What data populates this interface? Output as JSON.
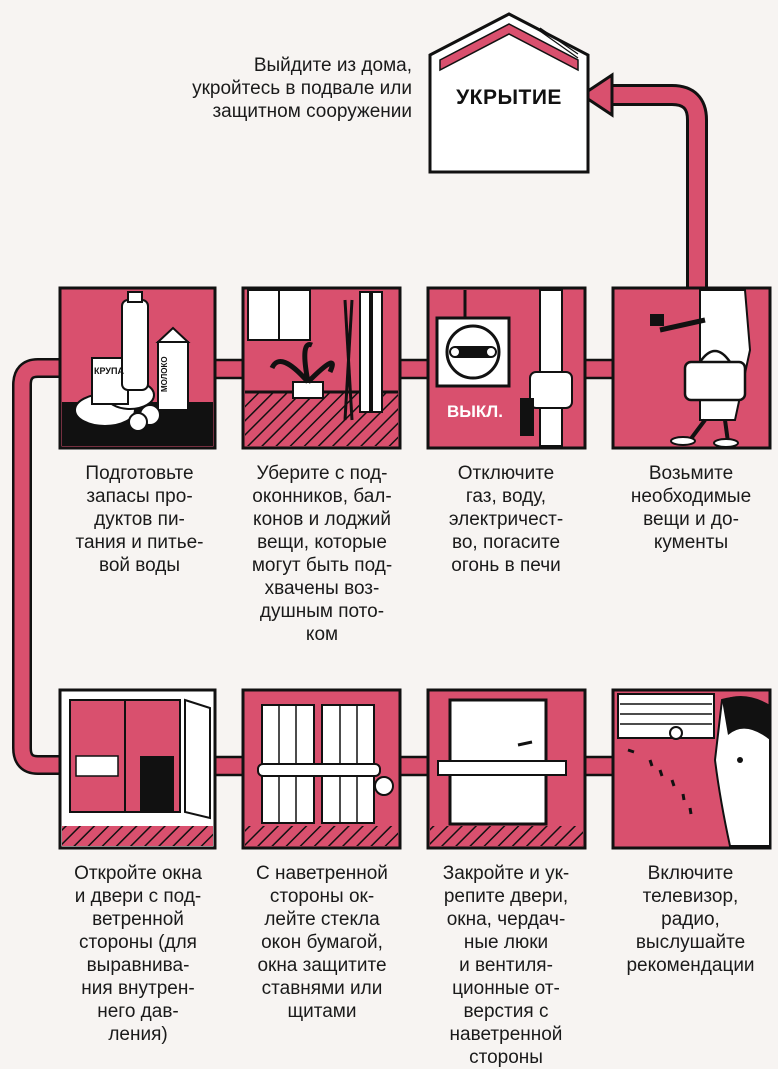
{
  "colors": {
    "accent": "#d9506e",
    "ink": "#111111",
    "paper": "#f7f4f2"
  },
  "shelter": {
    "label": "УКРЫТИЕ",
    "instruction": "Выйдите из дома,\nукройтесь в подвале или\nзащитном сооружении"
  },
  "row1": [
    {
      "icon": "food-supplies-icon",
      "caption": "Подготовьте\nзапасы про-\nдуктов пи-\nтания и питье-\nвой воды",
      "labels": [
        "КРУПА",
        "МОЛОКО"
      ]
    },
    {
      "icon": "window-sill-plant-icon",
      "caption": "Уберите с под-\nоконников, бал-\nконов и лоджий\nвещи, которые\nмогут быть под-\nхвачены воз-\nдушным пото-\nком"
    },
    {
      "icon": "utility-switch-icon",
      "caption": "Отключите\nгаз, воду,\nэлектричест-\nво, погасите\nогонь в печи",
      "switch_label": "ВЫКЛ."
    },
    {
      "icon": "person-with-bag-icon",
      "caption": "Возьмите\nнеобходимые\nвещи и до-\nкументы"
    }
  ],
  "row2": [
    {
      "icon": "open-window-door-icon",
      "caption": "Откройте окна\nи двери с под-\nветренной\nстороны (для\nвыравнива-\nния внутрен-\nнего дав-\nления)"
    },
    {
      "icon": "shutters-icon",
      "caption": "С наветренной\nстороны ок-\nлейте стекла\nокон бумагой,\nокна защитите\nставнями или\nщитами"
    },
    {
      "icon": "barred-door-icon",
      "caption": "Закройте и ук-\nрепите двери,\nокна, чердач-\nные люки\nи вентиля-\nционные от-\nверстия с\nнаветренной\nстороны"
    },
    {
      "icon": "tv-radio-listener-icon",
      "caption": "Включите\nтелевизор,\nрадио,\nвыслушайте\nрекомендации"
    }
  ]
}
